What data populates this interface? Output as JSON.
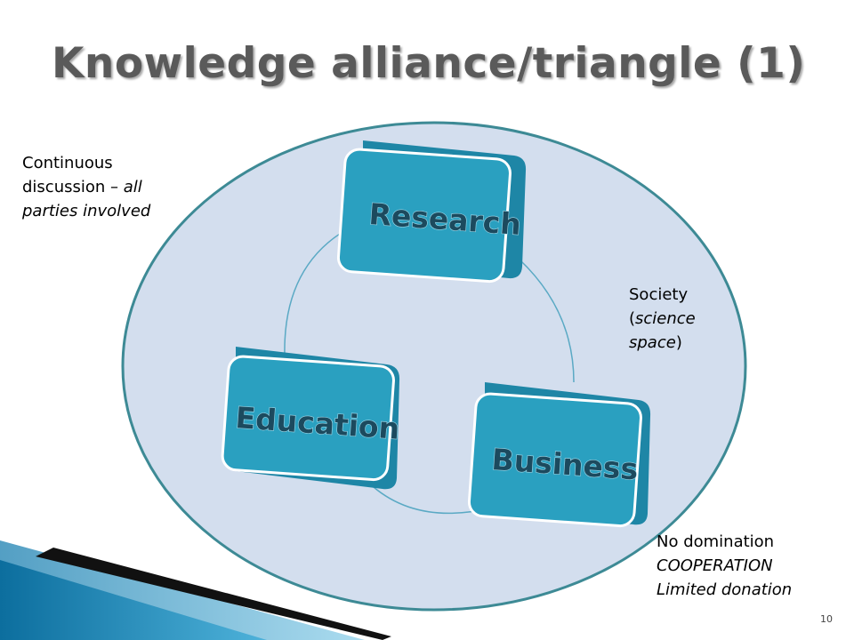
{
  "slide": {
    "title": "Knowledge alliance/triangle (1)",
    "page_number": "10"
  },
  "diagram": {
    "nodes": [
      {
        "id": "research",
        "label": "Research"
      },
      {
        "id": "education",
        "label": "Education"
      },
      {
        "id": "business",
        "label": "Business"
      }
    ],
    "enclosing_region": "Society (science space)"
  },
  "notes": {
    "continuous": {
      "line1": "Continuous",
      "line2_plain": "discussion – ",
      "line2_italic": "all",
      "line3_italic": "parties involved"
    },
    "society": {
      "line1": "Society",
      "line2_plain": "(",
      "line2_italic": "science",
      "line3_italic": "space",
      "line3_plain": ")"
    },
    "domination": {
      "line1": "No domination",
      "line2_italic": "COOPERATION",
      "line3_italic": "Limited donation"
    }
  },
  "colors": {
    "circle_fill": "#d3deee",
    "circle_stroke": "#3d8a95",
    "box_fill": "#2aa0c0",
    "box_side": "#1e86a6",
    "connector": "#5aa9c4",
    "title": "#5a5a5a"
  }
}
